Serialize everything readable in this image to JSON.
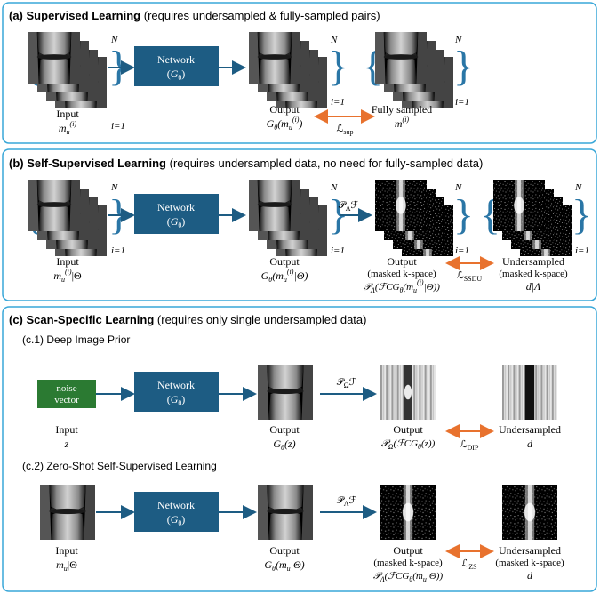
{
  "panels": {
    "a": {
      "label": "(a)",
      "title_bold": "Supervised Learning",
      "title_note": "(requires undersampled & fully-sampled pairs)"
    },
    "b": {
      "label": "(b)",
      "title_bold": "Self-Supervised Learning",
      "title_note": "(requires undersampled data, no need for fully-sampled data)"
    },
    "c": {
      "label": "(c)",
      "title_bold": "Scan-Specific Learning",
      "title_note": "(requires only single undersampled data)"
    },
    "c1": {
      "title": "(c.1) Deep Image Prior"
    },
    "c2": {
      "title": "(c.2) Zero-Shot Self-Supervised Learning"
    }
  },
  "network": {
    "line1": "Network",
    "line2": "(G",
    "sub": "θ",
    "close": ")"
  },
  "noise": {
    "line1": "noise",
    "line2": "vector"
  },
  "stack": {
    "top": "N",
    "bottom": "i=1"
  },
  "a": {
    "input_label": "Input",
    "output_label": "Output",
    "target_label": "Fully sampled",
    "loss_main": "ℒ",
    "loss_sub": "sup"
  },
  "b": {
    "input_label": "Input",
    "output_label": "Output",
    "masked_label": "(masked k-space)",
    "under_label": "Undersampled",
    "operator": "𝒫",
    "operator_sub": "Λ",
    "operator_tail": "ℱ",
    "loss_main": "ℒ",
    "loss_sub": "SSDU",
    "target_math": "d|Λ"
  },
  "c1": {
    "input_label": "Input",
    "input_math": "z",
    "output_label": "Output",
    "kspace_label": "Output",
    "under_label": "Undersampled",
    "operator": "𝒫",
    "operator_sub": "Ω",
    "operator_tail": "ℱ",
    "loss_main": "ℒ",
    "loss_sub": "DIP",
    "target_math": "d"
  },
  "c2": {
    "input_label": "Input",
    "output_label": "Output",
    "masked_label": "(masked k-space)",
    "under_label": "Undersampled",
    "under_label2": "(masked k-space)",
    "operator": "𝒫",
    "operator_sub": "Λ",
    "operator_tail": "ℱ",
    "loss_main": "ℒ",
    "loss_sub": "ZS",
    "target_math": "d"
  },
  "colors": {
    "panel_border": "#39a7d8",
    "network_fill": "#1d5c83",
    "noise_fill": "#2b7a32",
    "arrow": "#1d5c83",
    "loss_arrow": "#e8722e"
  }
}
